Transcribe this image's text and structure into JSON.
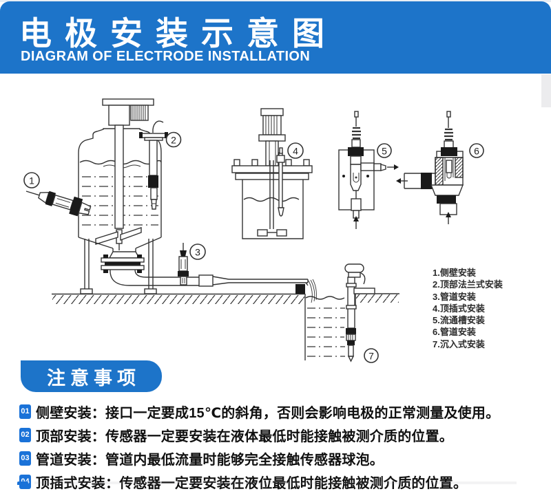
{
  "header": {
    "title": "电极安装示意图",
    "subtitle": "DIAGRAM OF ELECTRODE INSTALLATION"
  },
  "diagram": {
    "callouts": [
      "1",
      "2",
      "3",
      "4",
      "5",
      "6",
      "7"
    ],
    "legend": {
      "items": [
        "1.侧壁安装",
        "2.顶部法兰式安装",
        "3.管道安装",
        "4.顶插式安装",
        "5.流通槽安装",
        "6.管道安装",
        "7.沉入式安装"
      ]
    }
  },
  "notes": {
    "heading": "注意事项",
    "items": [
      {
        "num": "01",
        "text": "侧壁安装：接口一定要成15℃的斜角，否则会影响电极的正常测量及使用。"
      },
      {
        "num": "02",
        "text": "顶部安装：传感器一定要安装在液体最低时能接触被测介质的位置。"
      },
      {
        "num": "03",
        "text": "管道安装：管道内最低流量时能够完全接触传感器球泡。"
      },
      {
        "num": "04",
        "text": "顶插式安装：传感器一定要安装在液位最低时能接触被测介质的位置。"
      }
    ]
  },
  "colors": {
    "header_blue": "#1d74c9",
    "badge_blue": "#1a72d8",
    "line_ink": "#333333"
  }
}
